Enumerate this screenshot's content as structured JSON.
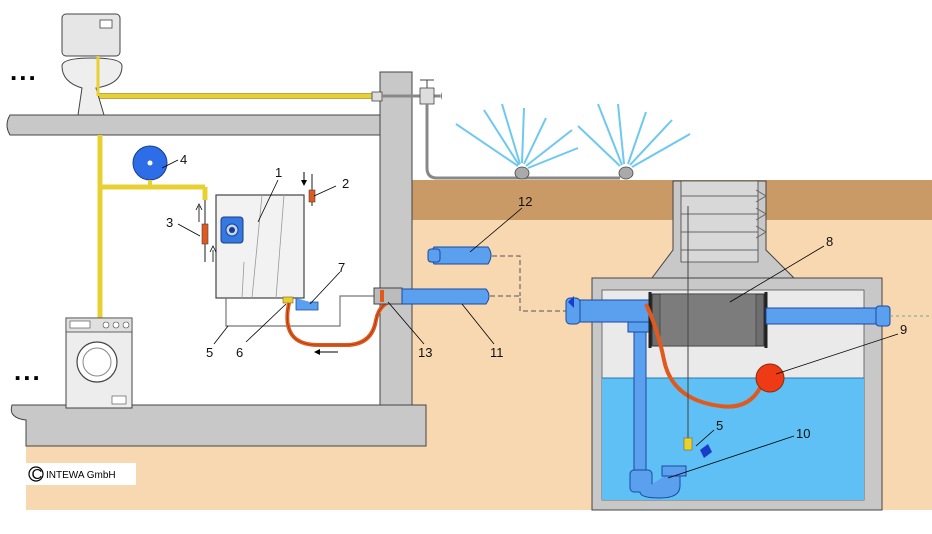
{
  "labels": {
    "n1": "1",
    "n2": "2",
    "n3": "3",
    "n4": "4",
    "n5a": "5",
    "n5b": "5",
    "n6": "6",
    "n7": "7",
    "n8": "8",
    "n9": "9",
    "n10": "10",
    "n11": "11",
    "n12": "12",
    "n13": "13"
  },
  "ellipsis_left_top": "...",
  "ellipsis_left_bottom": "...",
  "copyright": {
    "symbol": "C",
    "text": "INTEWA GmbH"
  },
  "colors": {
    "soil_top": "#c99a66",
    "soil": "#f8d8b0",
    "wall": "#c8c8c8",
    "water": "#5ec0f4",
    "pipe_blue": "#5aa0ee",
    "pipe_yellow": "#e8d033",
    "hose_red": "#e05a20",
    "filter_grey": "#6e6e6e",
    "float_red": "#ee3b16"
  }
}
